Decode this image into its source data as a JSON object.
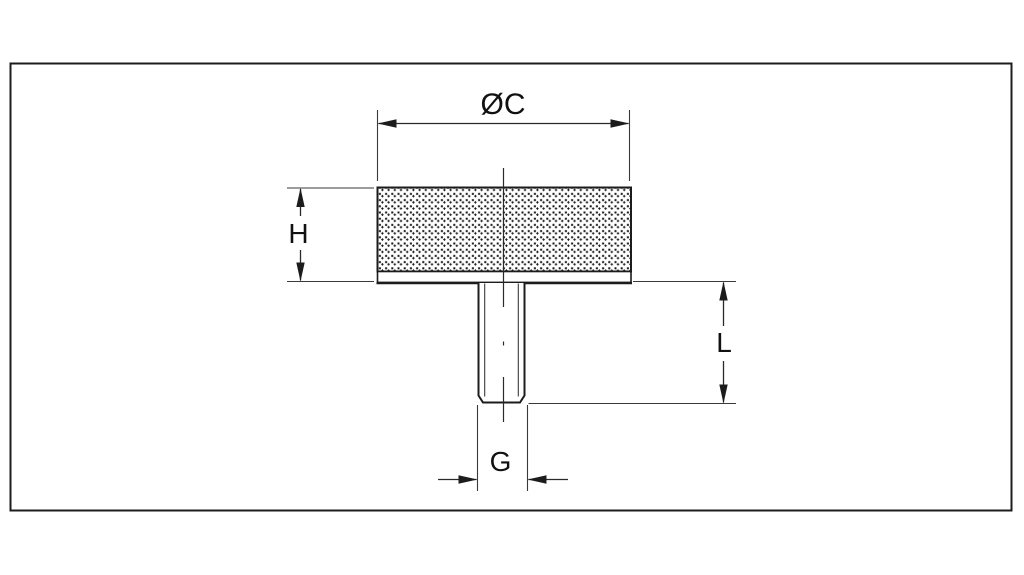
{
  "diagram": {
    "labels": {
      "diameter": "ØC",
      "height": "H",
      "length": "L",
      "thread": "G"
    },
    "colors": {
      "object_line": "#1c1c1c",
      "thin_line": "#3a3a3a",
      "text": "#111111",
      "background": "#ffffff",
      "hatch_dot": "#161616"
    }
  }
}
